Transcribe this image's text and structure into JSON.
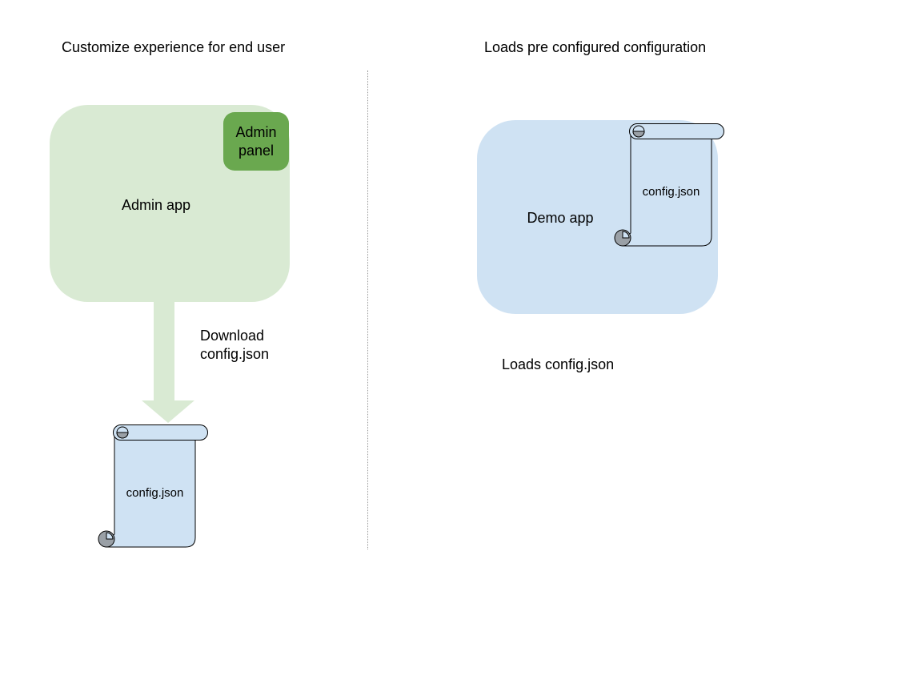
{
  "page": {
    "background": "#ffffff",
    "text_color": "#000000"
  },
  "divider": {
    "color": "#999999",
    "style": "dotted-vertical"
  },
  "left_panel": {
    "title": "Customize experience for end user",
    "admin_app": {
      "label": "Admin app",
      "fill": "#d9ead3"
    },
    "admin_panel": {
      "label": "Admin panel",
      "fill": "#6aa84f"
    },
    "download_arrow": {
      "label": "Download config.json",
      "color": "#d9ead3",
      "direction": "down"
    },
    "config_scroll": {
      "label": "config.json",
      "fill": "#cfe2f3",
      "shade": "#9aa0a6"
    }
  },
  "right_panel": {
    "title": "Loads pre configured configuration",
    "demo_app": {
      "label": "Demo app",
      "fill": "#cfe2f3"
    },
    "config_scroll": {
      "label": "config.json",
      "fill": "#cfe2f3",
      "shade": "#9aa0a6"
    },
    "caption": "Loads config.json"
  }
}
